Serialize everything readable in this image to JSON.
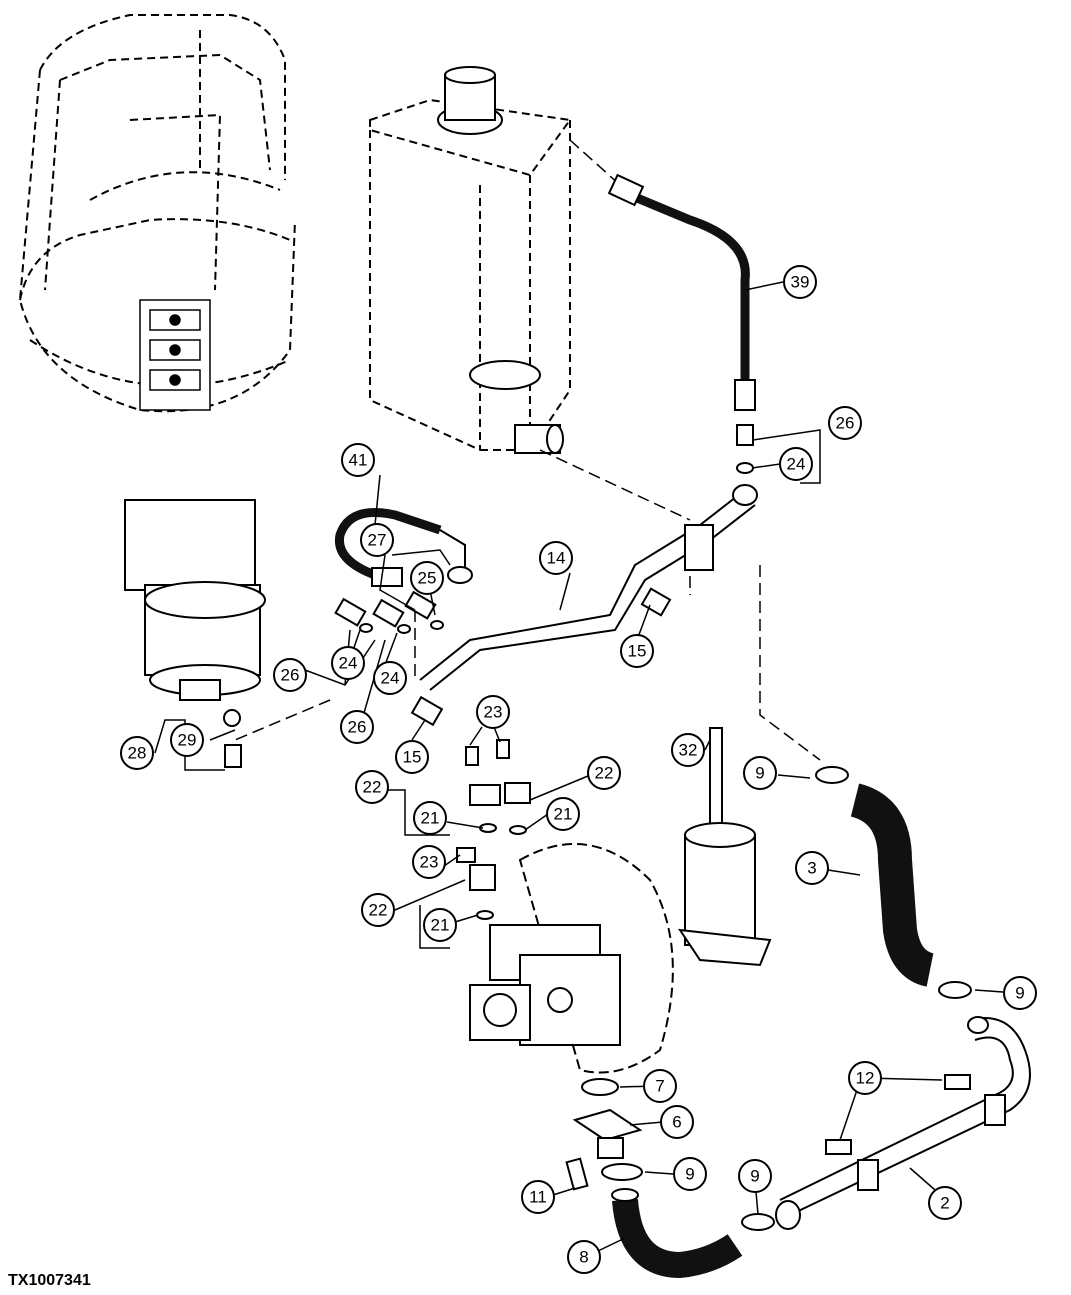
{
  "figure_id": "TX1007341",
  "callouts": [
    "39",
    "26",
    "24",
    "41",
    "27",
    "25",
    "14",
    "15",
    "26",
    "24",
    "24",
    "26",
    "15",
    "29",
    "28",
    "23",
    "32",
    "9",
    "22",
    "22",
    "21",
    "21",
    "3",
    "23",
    "22",
    "21",
    "9",
    "7",
    "12",
    "6",
    "9",
    "11",
    "9",
    "2",
    "8"
  ],
  "colors": {
    "line": "#000000",
    "background": "#ffffff",
    "hose": "#111111"
  }
}
